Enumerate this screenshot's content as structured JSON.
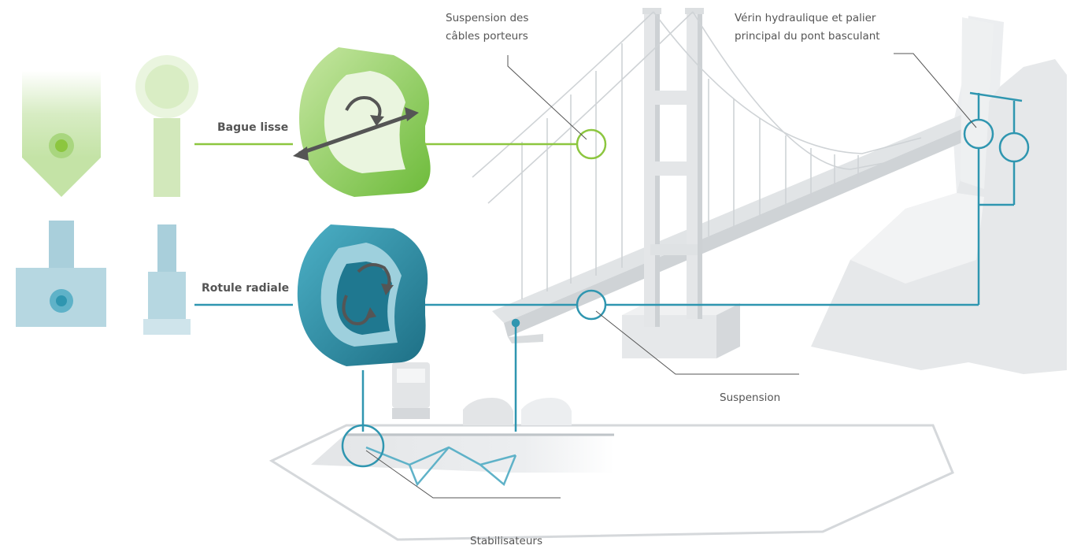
{
  "labels": {
    "cable_suspension_1": "Suspension des",
    "cable_suspension_2": "câbles porteurs",
    "hydraulic_1": "Vérin hydraulique et palier",
    "hydraulic_2": "principal du pont basculant",
    "plain_bush": "Bague lisse",
    "radial_spherical": "Rotule radiale",
    "suspension": "Suspension",
    "stabilizers": "Stabilisateurs"
  },
  "colors": {
    "green": "#8cc63f",
    "teal": "#2f96b0",
    "grey_structure": "#dcdfe1",
    "leader": "#555555"
  }
}
